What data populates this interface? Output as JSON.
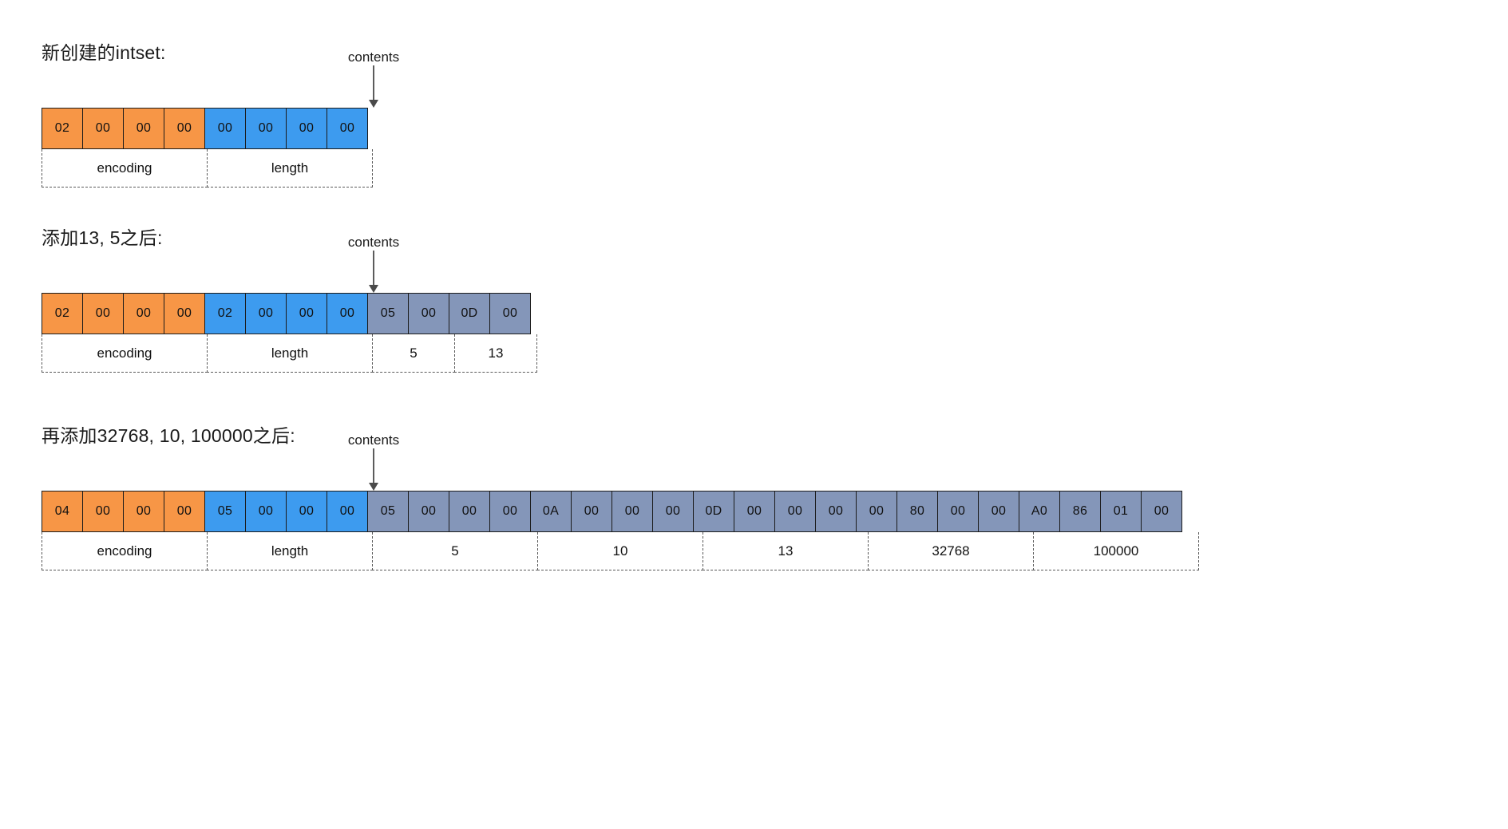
{
  "colors": {
    "encoding": "#f79646",
    "length": "#3d9bef",
    "contents": "#8496b9",
    "cell_border": "#1b1b1b",
    "dashed_border": "#5a5a5a",
    "arrow": "#4a4a4a",
    "text": "#111111",
    "background": "#ffffff"
  },
  "pointer_label": "contents",
  "sections": [
    {
      "id": "new-intset",
      "title": "新创建的intset:",
      "cells": [
        {
          "value": "02",
          "group": "encoding"
        },
        {
          "value": "00",
          "group": "encoding"
        },
        {
          "value": "00",
          "group": "encoding"
        },
        {
          "value": "00",
          "group": "encoding"
        },
        {
          "value": "00",
          "group": "length"
        },
        {
          "value": "00",
          "group": "length"
        },
        {
          "value": "00",
          "group": "length"
        },
        {
          "value": "00",
          "group": "length"
        }
      ],
      "labels": [
        {
          "text": "encoding",
          "span": 4
        },
        {
          "text": "length",
          "span": 4
        }
      ],
      "pointer_cell_index": 8
    },
    {
      "id": "after-add-13-5",
      "title": "添加13, 5之后:",
      "cells": [
        {
          "value": "02",
          "group": "encoding"
        },
        {
          "value": "00",
          "group": "encoding"
        },
        {
          "value": "00",
          "group": "encoding"
        },
        {
          "value": "00",
          "group": "encoding"
        },
        {
          "value": "02",
          "group": "length"
        },
        {
          "value": "00",
          "group": "length"
        },
        {
          "value": "00",
          "group": "length"
        },
        {
          "value": "00",
          "group": "length"
        },
        {
          "value": "05",
          "group": "contents"
        },
        {
          "value": "00",
          "group": "contents"
        },
        {
          "value": "0D",
          "group": "contents"
        },
        {
          "value": "00",
          "group": "contents"
        }
      ],
      "labels": [
        {
          "text": "encoding",
          "span": 4
        },
        {
          "text": "length",
          "span": 4
        },
        {
          "text": "5",
          "span": 2
        },
        {
          "text": "13",
          "span": 2
        }
      ],
      "pointer_cell_index": 8
    },
    {
      "id": "after-add-32768-10-100000",
      "title": "再添加32768, 10, 100000之后:",
      "cells": [
        {
          "value": "04",
          "group": "encoding"
        },
        {
          "value": "00",
          "group": "encoding"
        },
        {
          "value": "00",
          "group": "encoding"
        },
        {
          "value": "00",
          "group": "encoding"
        },
        {
          "value": "05",
          "group": "length"
        },
        {
          "value": "00",
          "group": "length"
        },
        {
          "value": "00",
          "group": "length"
        },
        {
          "value": "00",
          "group": "length"
        },
        {
          "value": "05",
          "group": "contents"
        },
        {
          "value": "00",
          "group": "contents"
        },
        {
          "value": "00",
          "group": "contents"
        },
        {
          "value": "00",
          "group": "contents"
        },
        {
          "value": "0A",
          "group": "contents"
        },
        {
          "value": "00",
          "group": "contents"
        },
        {
          "value": "00",
          "group": "contents"
        },
        {
          "value": "00",
          "group": "contents"
        },
        {
          "value": "0D",
          "group": "contents"
        },
        {
          "value": "00",
          "group": "contents"
        },
        {
          "value": "00",
          "group": "contents"
        },
        {
          "value": "00",
          "group": "contents"
        },
        {
          "value": "00",
          "group": "contents"
        },
        {
          "value": "80",
          "group": "contents"
        },
        {
          "value": "00",
          "group": "contents"
        },
        {
          "value": "00",
          "group": "contents"
        },
        {
          "value": "A0",
          "group": "contents"
        },
        {
          "value": "86",
          "group": "contents"
        },
        {
          "value": "01",
          "group": "contents"
        },
        {
          "value": "00",
          "group": "contents"
        }
      ],
      "labels": [
        {
          "text": "encoding",
          "span": 4
        },
        {
          "text": "length",
          "span": 4
        },
        {
          "text": "5",
          "span": 4
        },
        {
          "text": "10",
          "span": 4
        },
        {
          "text": "13",
          "span": 4
        },
        {
          "text": "32768",
          "span": 4
        },
        {
          "text": "100000",
          "span": 4
        }
      ],
      "pointer_cell_index": 8
    }
  ]
}
